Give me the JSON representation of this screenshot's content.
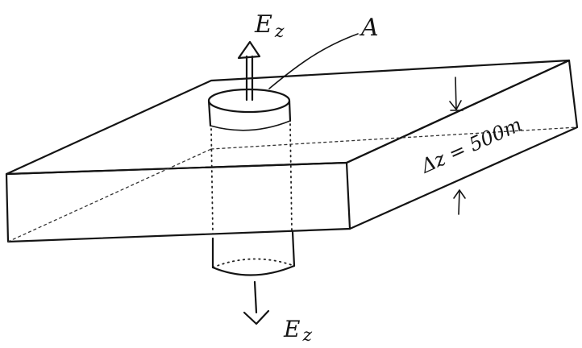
{
  "labels": {
    "field_top": "E",
    "field_top_sub": "z",
    "field_bottom": "E",
    "field_bottom_sub": "z",
    "area": "A",
    "thickness": "Δz = 500m"
  },
  "colors": {
    "ink": "#141414",
    "background": "#ffffff"
  },
  "icons": {
    "arrow_up": "arrow-up-icon",
    "arrow_down": "arrow-down-icon"
  }
}
